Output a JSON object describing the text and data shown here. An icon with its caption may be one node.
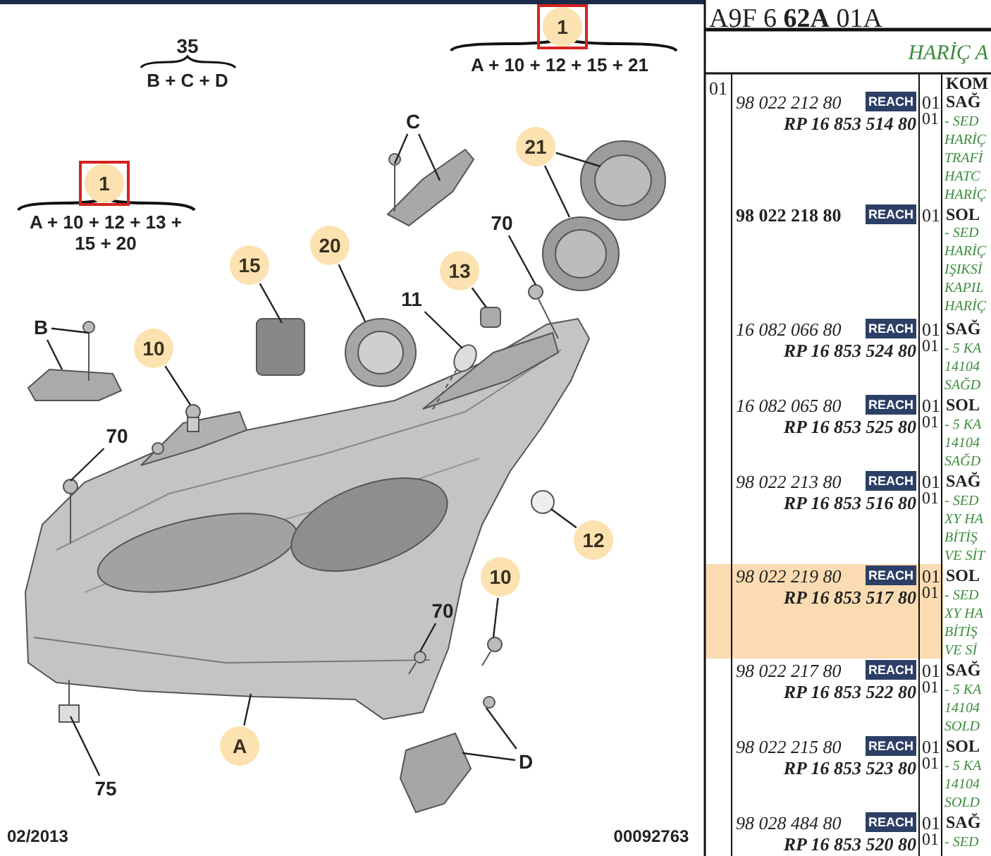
{
  "diagram": {
    "nodes": [
      {
        "text": [
          "1"
        ]
      },
      {
        "text": [
          "C"
        ]
      },
      {
        "text": [
          "21"
        ]
      },
      {
        "text": [
          "1"
        ]
      },
      {
        "text": [
          "70"
        ]
      },
      {
        "text": [
          "20"
        ]
      },
      {
        "text": [
          "15"
        ]
      },
      {
        "text": [
          "13"
        ]
      },
      {
        "text": [
          "11"
        ]
      },
      {
        "text": [
          "B"
        ]
      },
      {
        "text": [
          "10"
        ]
      },
      {
        "text": [
          "70"
        ]
      },
      {
        "text": [
          "12"
        ]
      },
      {
        "text": [
          "10"
        ]
      },
      {
        "text": [
          "70"
        ]
      },
      {
        "text": [
          "A"
        ]
      },
      {
        "text": [
          "D"
        ]
      },
      {
        "text": [
          "75"
        ]
      }
    ],
    "edges": [
      {
        "from": 1,
        "to": null,
        "arrow": "none"
      },
      {
        "from": 1,
        "to": null,
        "arrow": "none"
      },
      {
        "from": 2,
        "to": null,
        "arrow": "none"
      },
      {
        "from": 2,
        "to": null,
        "arrow": "none"
      },
      {
        "from": 4,
        "to": null,
        "arrow": "none"
      },
      {
        "from": 5,
        "to": null,
        "arrow": "none"
      },
      {
        "from": 6,
        "to": null,
        "arrow": "none"
      },
      {
        "from": 7,
        "to": null,
        "arrow": "none"
      },
      {
        "from": 8,
        "to": null,
        "arrow": "none"
      },
      {
        "from": 9,
        "to": null,
        "arrow": "none"
      },
      {
        "from": 9,
        "to": null,
        "arrow": "none"
      },
      {
        "from": 10,
        "to": null,
        "arrow": "none"
      },
      {
        "from": 11,
        "to": null,
        "arrow": "none"
      },
      {
        "from": 12,
        "to": null,
        "arrow": "none"
      },
      {
        "from": 13,
        "to": null,
        "arrow": "none"
      },
      {
        "from": 14,
        "to": null,
        "arrow": "none"
      },
      {
        "from": 15,
        "to": null,
        "arrow": "none"
      },
      {
        "from": 16,
        "to": null,
        "arrow": "none"
      },
      {
        "from": 16,
        "to": null,
        "arrow": "none"
      },
      {
        "from": 17,
        "to": null,
        "arrow": "none"
      }
    ],
    "labels": [
      "35",
      "B + C + D",
      "A + 10 + 12 + 15 + 21",
      "A + 10 + 12 + 13 + 15 + 20",
      "02/2013",
      "00092763",
      "A9F 6 **62A** 01A",
      "HARİÇ A",
      "01",
      "KOM",
      "98 022 212 80",
      "REACH",
      "01",
      "SAĞ",
      "RP 16 853 514 80",
      "01",
      "- SED",
      "HARİÇ",
      "TRAFİ",
      "HATC",
      "HARİÇ",
      "98 022 218 80",
      "REACH",
      "01",
      "SOL",
      "- SED",
      "HARİÇ",
      "IŞIKSİ",
      "KAPIL",
      "HARİÇ",
      "16 082 066 80",
      "REACH",
      "01",
      "SAĞ",
      "RP 16 853 524 80",
      "01",
      "- 5 KA",
      "14104",
      "SAĞD",
      "16 082 065 80",
      "REACH",
      "01",
      "SOL",
      "RP 16 853 525 80",
      "01",
      "- 5 KA",
      "14104",
      "SAĞD",
      "98 022 213 80",
      "REACH",
      "01",
      "SAĞ",
      "RP 16 853 516 80",
      "01",
      "- SED",
      "XY HA",
      "BİTİŞ",
      "VE SİT",
      "98 022 219 80",
      "REACH",
      "01",
      "SOL",
      "RP 16 853 517 80",
      "01",
      "- SED",
      "XY HA",
      "BİTİŞ",
      "VE Sİ",
      "98 022 217 80",
      "REACH",
      "01",
      "SAĞ",
      "RP 16 853 522 80",
      "01",
      "- 5 KA",
      "14104",
      "SOLD",
      "98 022 215 80",
      "REACH",
      "01",
      "SOL",
      "RP 16 853 523 80",
      "01",
      "- 5 KA",
      "14104",
      "SOLD",
      "98 028 484 80",
      "REACH",
      "01",
      "SAĞ",
      "RP 16 853 520 80",
      "01",
      "- SED"
    ]
  }
}
